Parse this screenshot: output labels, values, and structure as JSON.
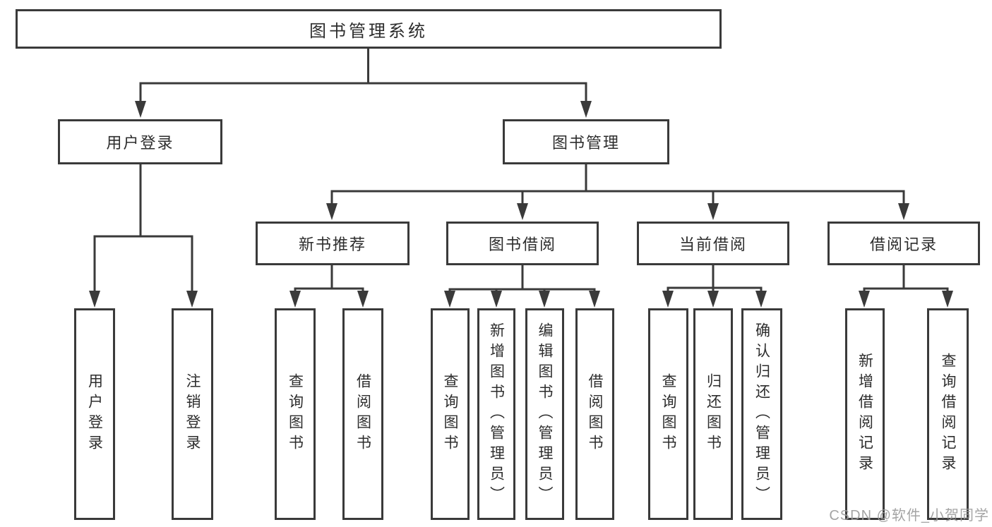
{
  "colors": {
    "background": "#ffffff",
    "box_border": "#3a3a3a",
    "box_fill": "#ffffff",
    "text": "#2d2d2d",
    "connector": "#3a3a3a",
    "watermark": "#9b9b9b"
  },
  "diagram": {
    "root": {
      "label": "图书管理系统"
    },
    "level2": [
      {
        "label": "用户登录"
      },
      {
        "label": "图书管理"
      }
    ],
    "level3": [
      {
        "label": "新书推荐"
      },
      {
        "label": "图书借阅"
      },
      {
        "label": "当前借阅"
      },
      {
        "label": "借阅记录"
      }
    ],
    "leaves": {
      "user_login": [
        {
          "label": "用户登录"
        },
        {
          "label": "注销登录"
        }
      ],
      "new_book": [
        {
          "label": "查询图书"
        },
        {
          "label": "借阅图书"
        }
      ],
      "book_borrow": [
        {
          "label": "查询图书"
        },
        {
          "label": "新增图书（管理员）"
        },
        {
          "label": "编辑图书（管理员）"
        },
        {
          "label": "借阅图书"
        }
      ],
      "current_borrow": [
        {
          "label": "查询图书"
        },
        {
          "label": "归还图书"
        },
        {
          "label": "确认归还（管理员）"
        }
      ],
      "borrow_records": [
        {
          "label": "新增借阅记录"
        },
        {
          "label": "查询借阅记录"
        }
      ]
    }
  },
  "watermark": {
    "text": "CSDN @软件_小贺同学"
  }
}
